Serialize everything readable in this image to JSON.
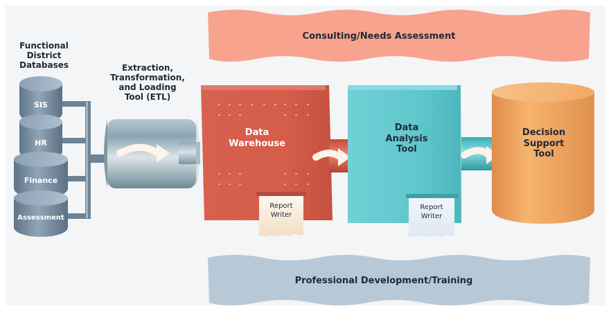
{
  "diagram": {
    "databases_heading": "Functional\nDistrict\nDatabases",
    "databases": [
      "SIS",
      "HR",
      "Finance",
      "Assessment"
    ],
    "etl_label": "Extraction,\nTransformation,\nand Loading\nTool (ETL)",
    "consulting_banner": "Consulting/Needs Assessment",
    "training_banner": "Professional Development/Training",
    "data_warehouse": "Data\nWarehouse",
    "data_analysis_tool": "Data\nAnalysis\nTool",
    "decision_support_tool": "Decision\nSupport\nTool",
    "report_writer_1": "Report\nWriter",
    "report_writer_2": "Report\nWriter"
  },
  "colors": {
    "database_blue": "#7e96ab",
    "warehouse_red": "#d85d4b",
    "analysis_teal": "#63c7cd",
    "decision_orange": "#f0a862",
    "consulting_pink": "#f7a089",
    "training_blue": "#b6c8d5"
  },
  "icons": {
    "flow_arrow": "right-arrow",
    "database": "cylinder"
  }
}
